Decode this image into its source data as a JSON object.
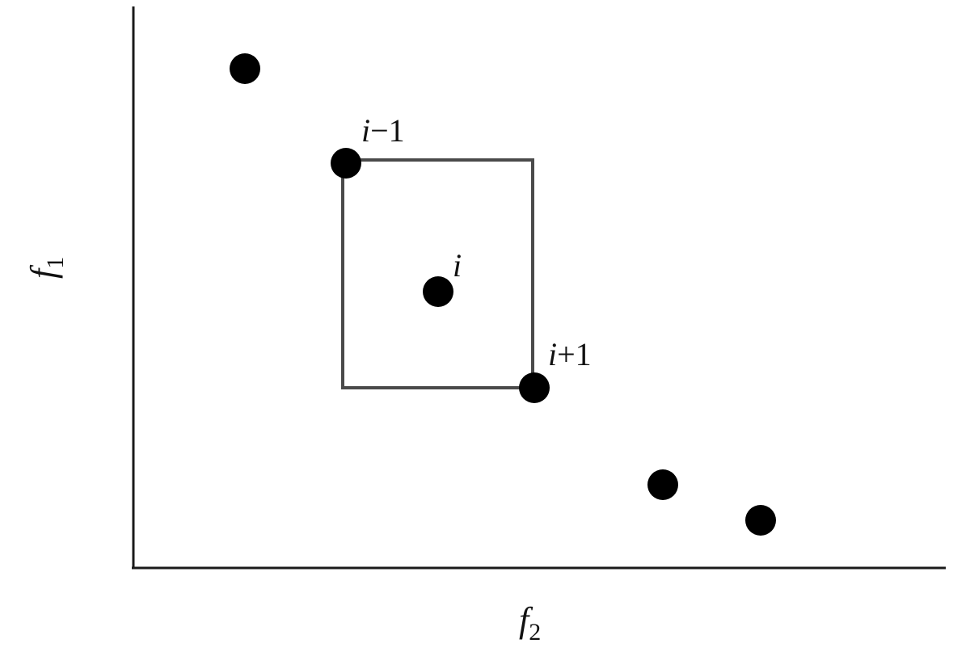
{
  "axes": {
    "x_label_main": "f",
    "x_label_sub": "2",
    "y_label_main": "f",
    "y_label_sub": "1"
  },
  "points": [
    {
      "label": ""
    },
    {
      "label_italic": "i",
      "label_rest": "−1"
    },
    {
      "label_italic": "i",
      "label_rest": ""
    },
    {
      "label_italic": "i",
      "label_rest": "+1"
    },
    {
      "label": ""
    },
    {
      "label": ""
    }
  ]
}
